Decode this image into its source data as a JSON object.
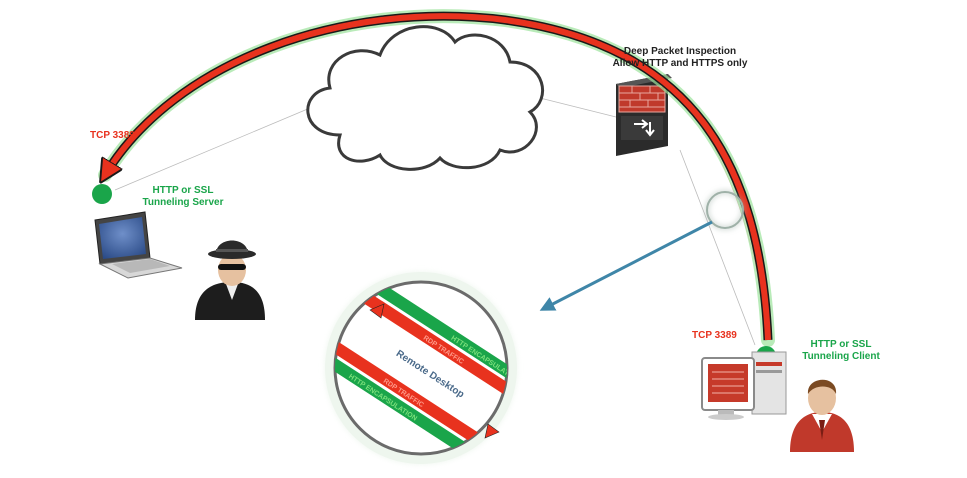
{
  "firewall": {
    "title_line1": "Deep Packet Inspection",
    "title_line2": "Allow HTTP and HTTPS only"
  },
  "server": {
    "port_label": "TCP 3389",
    "role_line1": "HTTP or SSL",
    "role_line2": "Tunneling Server"
  },
  "client": {
    "port_label": "TCP 3389",
    "role_line1": "HTTP or SSL",
    "role_line2": "Tunneling Client"
  },
  "zoom": {
    "center_label": "Remote Desktop",
    "outer_stripe_label": "HTTP ENCAPSULATION",
    "inner_stripe_label": "RDP TRAFFIC"
  },
  "colors": {
    "tunnel_red": "#e8321e",
    "tunnel_green": "#1aa54a",
    "zoom_arrow": "#3f86a8",
    "cloud_fill": "#ffffff",
    "firewall_red": "#c0392b"
  },
  "icons": [
    "cloud-icon",
    "firewall-icon",
    "laptop-icon",
    "hacker-icon",
    "desktop-computer-icon",
    "user-icon",
    "magnifier-circle-icon"
  ]
}
